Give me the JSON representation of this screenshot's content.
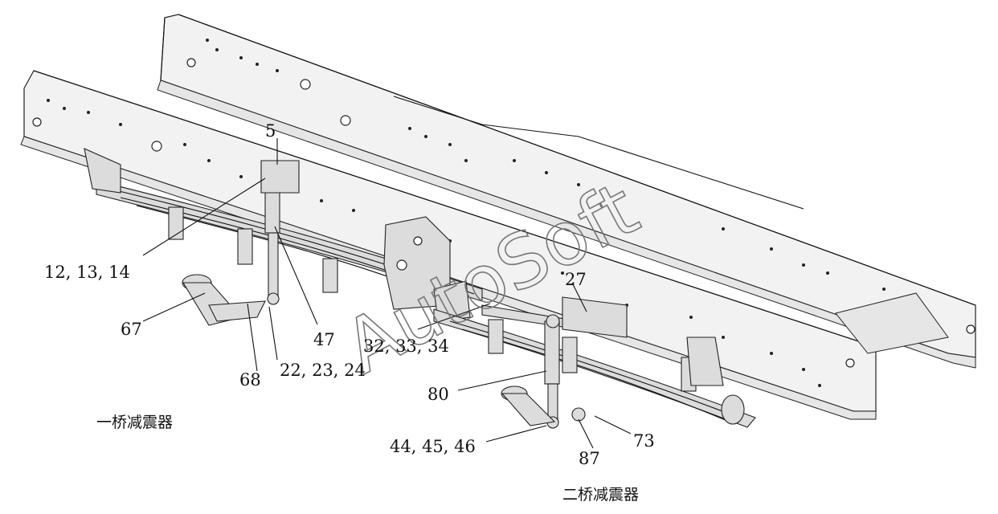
{
  "callouts": {
    "c5": "5",
    "c12_14": "12, 13, 14",
    "c67": "67",
    "c68": "68",
    "c22_24": "22, 23, 24",
    "c47": "47",
    "c32_34": "32, 33, 34",
    "c27": "27",
    "c80": "80",
    "c44_46": "44, 45, 46",
    "c87": "87",
    "c73": "73"
  },
  "captions": {
    "front_axle": "一桥减震器",
    "rear_axle": "二桥减震器"
  },
  "watermark": "AutoSoft"
}
